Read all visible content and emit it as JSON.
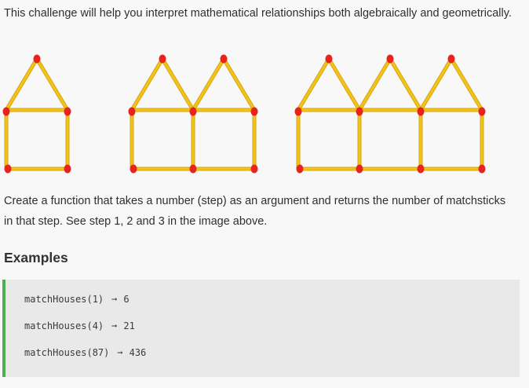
{
  "intro_text": "This challenge will help you interpret mathematical relationships both algebraically and geometrically.",
  "figure": {
    "steps": [
      1,
      2,
      3
    ],
    "colors": {
      "stick": "#f0c419",
      "stick_edge": "#d9a514",
      "head": "#e8231b"
    }
  },
  "task_text": "Create a function that takes a number (step) as an argument and returns the number of matchsticks in that step. See step 1, 2 and 3 in the image above.",
  "examples_heading": "Examples",
  "examples": [
    {
      "call": "matchHouses(1)",
      "result": "6"
    },
    {
      "call": "matchHouses(4)",
      "result": "21"
    },
    {
      "call": "matchHouses(87)",
      "result": "436"
    }
  ],
  "colors": {
    "code_bg": "#e9e9e9",
    "code_accent": "#4caf50",
    "page_bg": "#f8f8f8"
  },
  "icons": {
    "arrow": "right-arrow-icon"
  }
}
